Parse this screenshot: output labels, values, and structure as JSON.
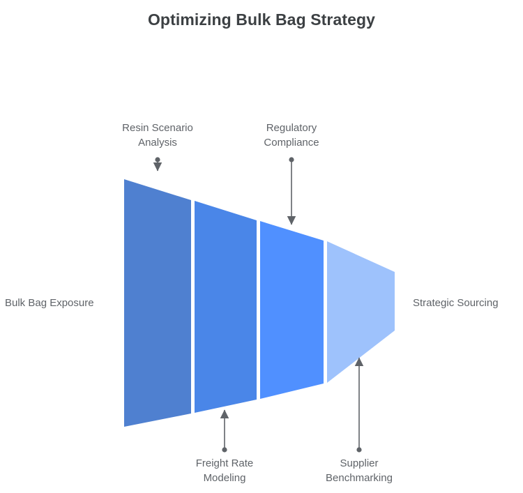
{
  "chart": {
    "title": "Optimizing Bulk Bag Strategy",
    "type": "funnel"
  },
  "colors": {
    "background": "#ffffff",
    "title_text": "#3c4043",
    "label_text": "#5f6368",
    "connector": "#5f6368",
    "segment_divider": "#e8f0fe",
    "stage_1": "#4F80D0",
    "stage_2": "#4A86E8",
    "stage_3": "#5090FF",
    "stage_4": "#9EC2FC"
  },
  "funnel": {
    "entry_label": "Bulk Bag Exposure",
    "exit_label": "Strategic Sourcing",
    "stages": [
      {
        "id": "stage-1",
        "label": "Resin Scenario\nAnalysis",
        "color": "#4F80D0",
        "position": "top"
      },
      {
        "id": "stage-2",
        "label": "Freight Rate\nModeling",
        "color": "#4A86E8",
        "position": "bottom"
      },
      {
        "id": "stage-3",
        "label": "Regulatory\nCompliance",
        "color": "#5090FF",
        "position": "top"
      },
      {
        "id": "stage-4",
        "label": "Supplier\nBenchmarking",
        "color": "#9EC2FC",
        "position": "bottom"
      }
    ]
  },
  "chart_data": {
    "type": "bar",
    "title": "Optimizing Bulk Bag Strategy",
    "xlabel": "",
    "ylabel": "",
    "categories": [
      "Resin Scenario Analysis",
      "Freight Rate Modeling",
      "Regulatory Compliance",
      "Supplier Benchmarking"
    ],
    "values": [
      355,
      300,
      230,
      85
    ],
    "series": [
      {
        "name": "Funnel width",
        "values": [
          355,
          300,
          230,
          85
        ]
      }
    ],
    "annotations": [
      "Bulk Bag Exposure",
      "Strategic Sourcing"
    ],
    "legend": "none",
    "grid": false,
    "ylim": [
      0,
      355
    ]
  }
}
